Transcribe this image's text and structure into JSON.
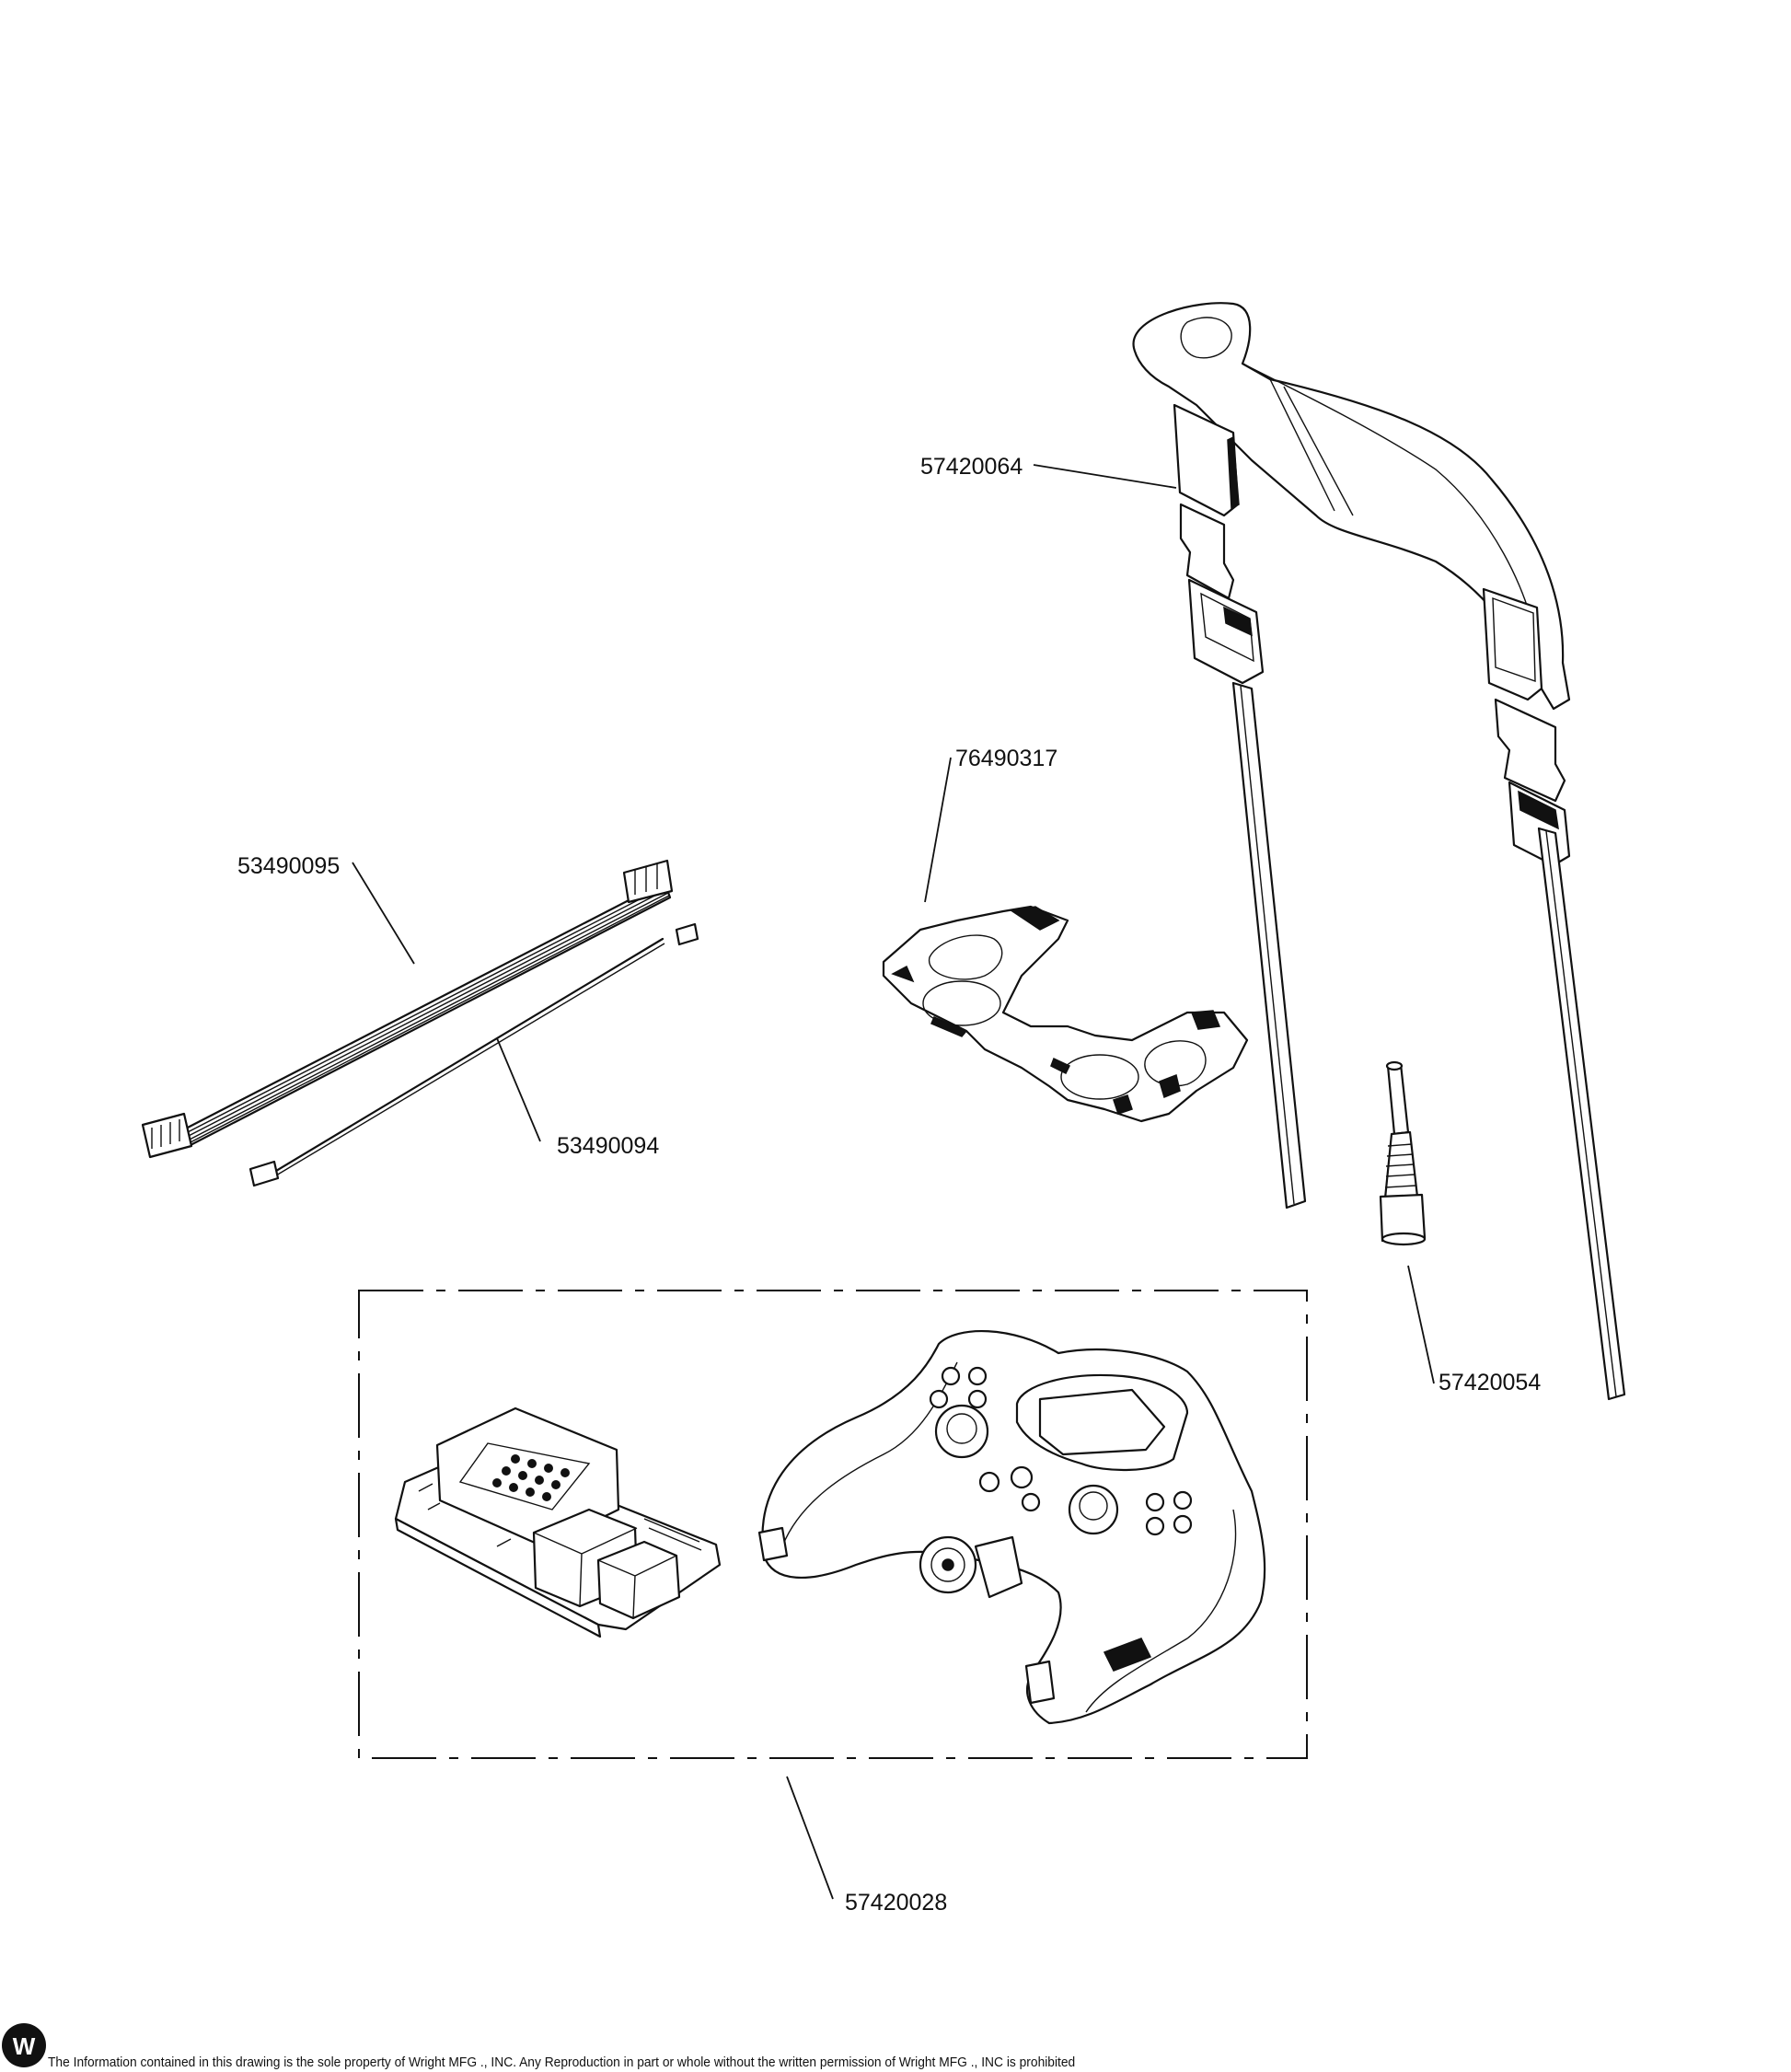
{
  "callouts": {
    "strap": "57420064",
    "overlay": "76490317",
    "cable_wide": "53490095",
    "cable_narrow": "53490094",
    "antenna": "57420054",
    "remote_kit": "57420028"
  },
  "footer": {
    "logo_letter": "W",
    "notice": "The Information contained in this drawing is the sole property of Wright MFG ., INC. Any Reproduction in part or whole without the written permission of Wright MFG ., INC is prohibited"
  }
}
